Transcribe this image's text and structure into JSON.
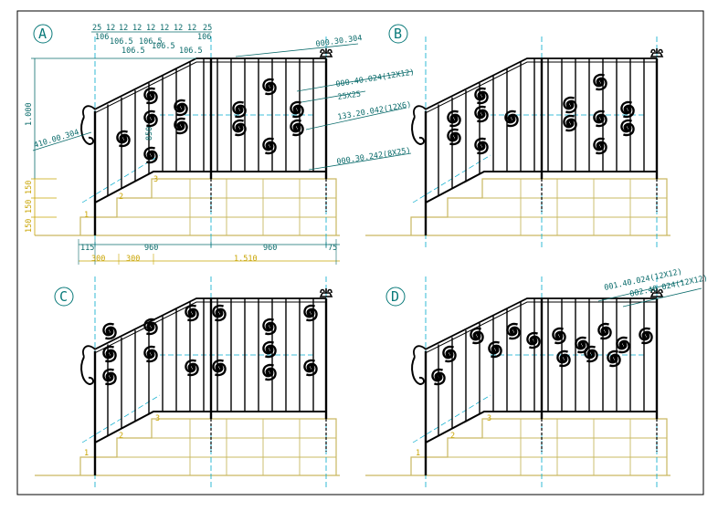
{
  "colors": {
    "frame": "#000000",
    "rail": "#000000",
    "dim": "#0a6b6b",
    "center": "#00aacc",
    "stairs": "#c9b860",
    "label": "#0a7a7a"
  },
  "panels": [
    {
      "label": "A"
    },
    {
      "label": "B"
    },
    {
      "label": "C"
    },
    {
      "label": "D"
    }
  ],
  "panel_a": {
    "top_dims_row1": [
      "25",
      "12",
      "12",
      "12",
      "12",
      "12",
      "12",
      "12",
      "25"
    ],
    "top_dims_row2": [
      "106",
      "106.5",
      "106.5",
      "106"
    ],
    "top_dims_row3": [
      "106.5",
      "106.5",
      "106.5"
    ],
    "callouts": [
      "000.30.304",
      "000.40.024(12X12)",
      "25X25",
      "133.20.042(12X6)",
      "000.30.242(8X25)",
      "410.00.304"
    ],
    "height_dim": "1.000",
    "baluster_dim": "850",
    "step_dims": [
      "150",
      "150",
      "150"
    ],
    "step_numbers": [
      "1",
      "2",
      "3"
    ],
    "bottom_dims": [
      "115",
      "960",
      "960",
      "75"
    ],
    "bottom_dims2": [
      "300",
      "300",
      "1.510"
    ]
  },
  "panel_c": {
    "step_numbers": [
      "1",
      "2",
      "3"
    ]
  },
  "panel_d": {
    "callouts": [
      "001.40.024(12X12)",
      "002.40.024(12X12)"
    ],
    "step_numbers": [
      "1",
      "2",
      "3"
    ]
  }
}
